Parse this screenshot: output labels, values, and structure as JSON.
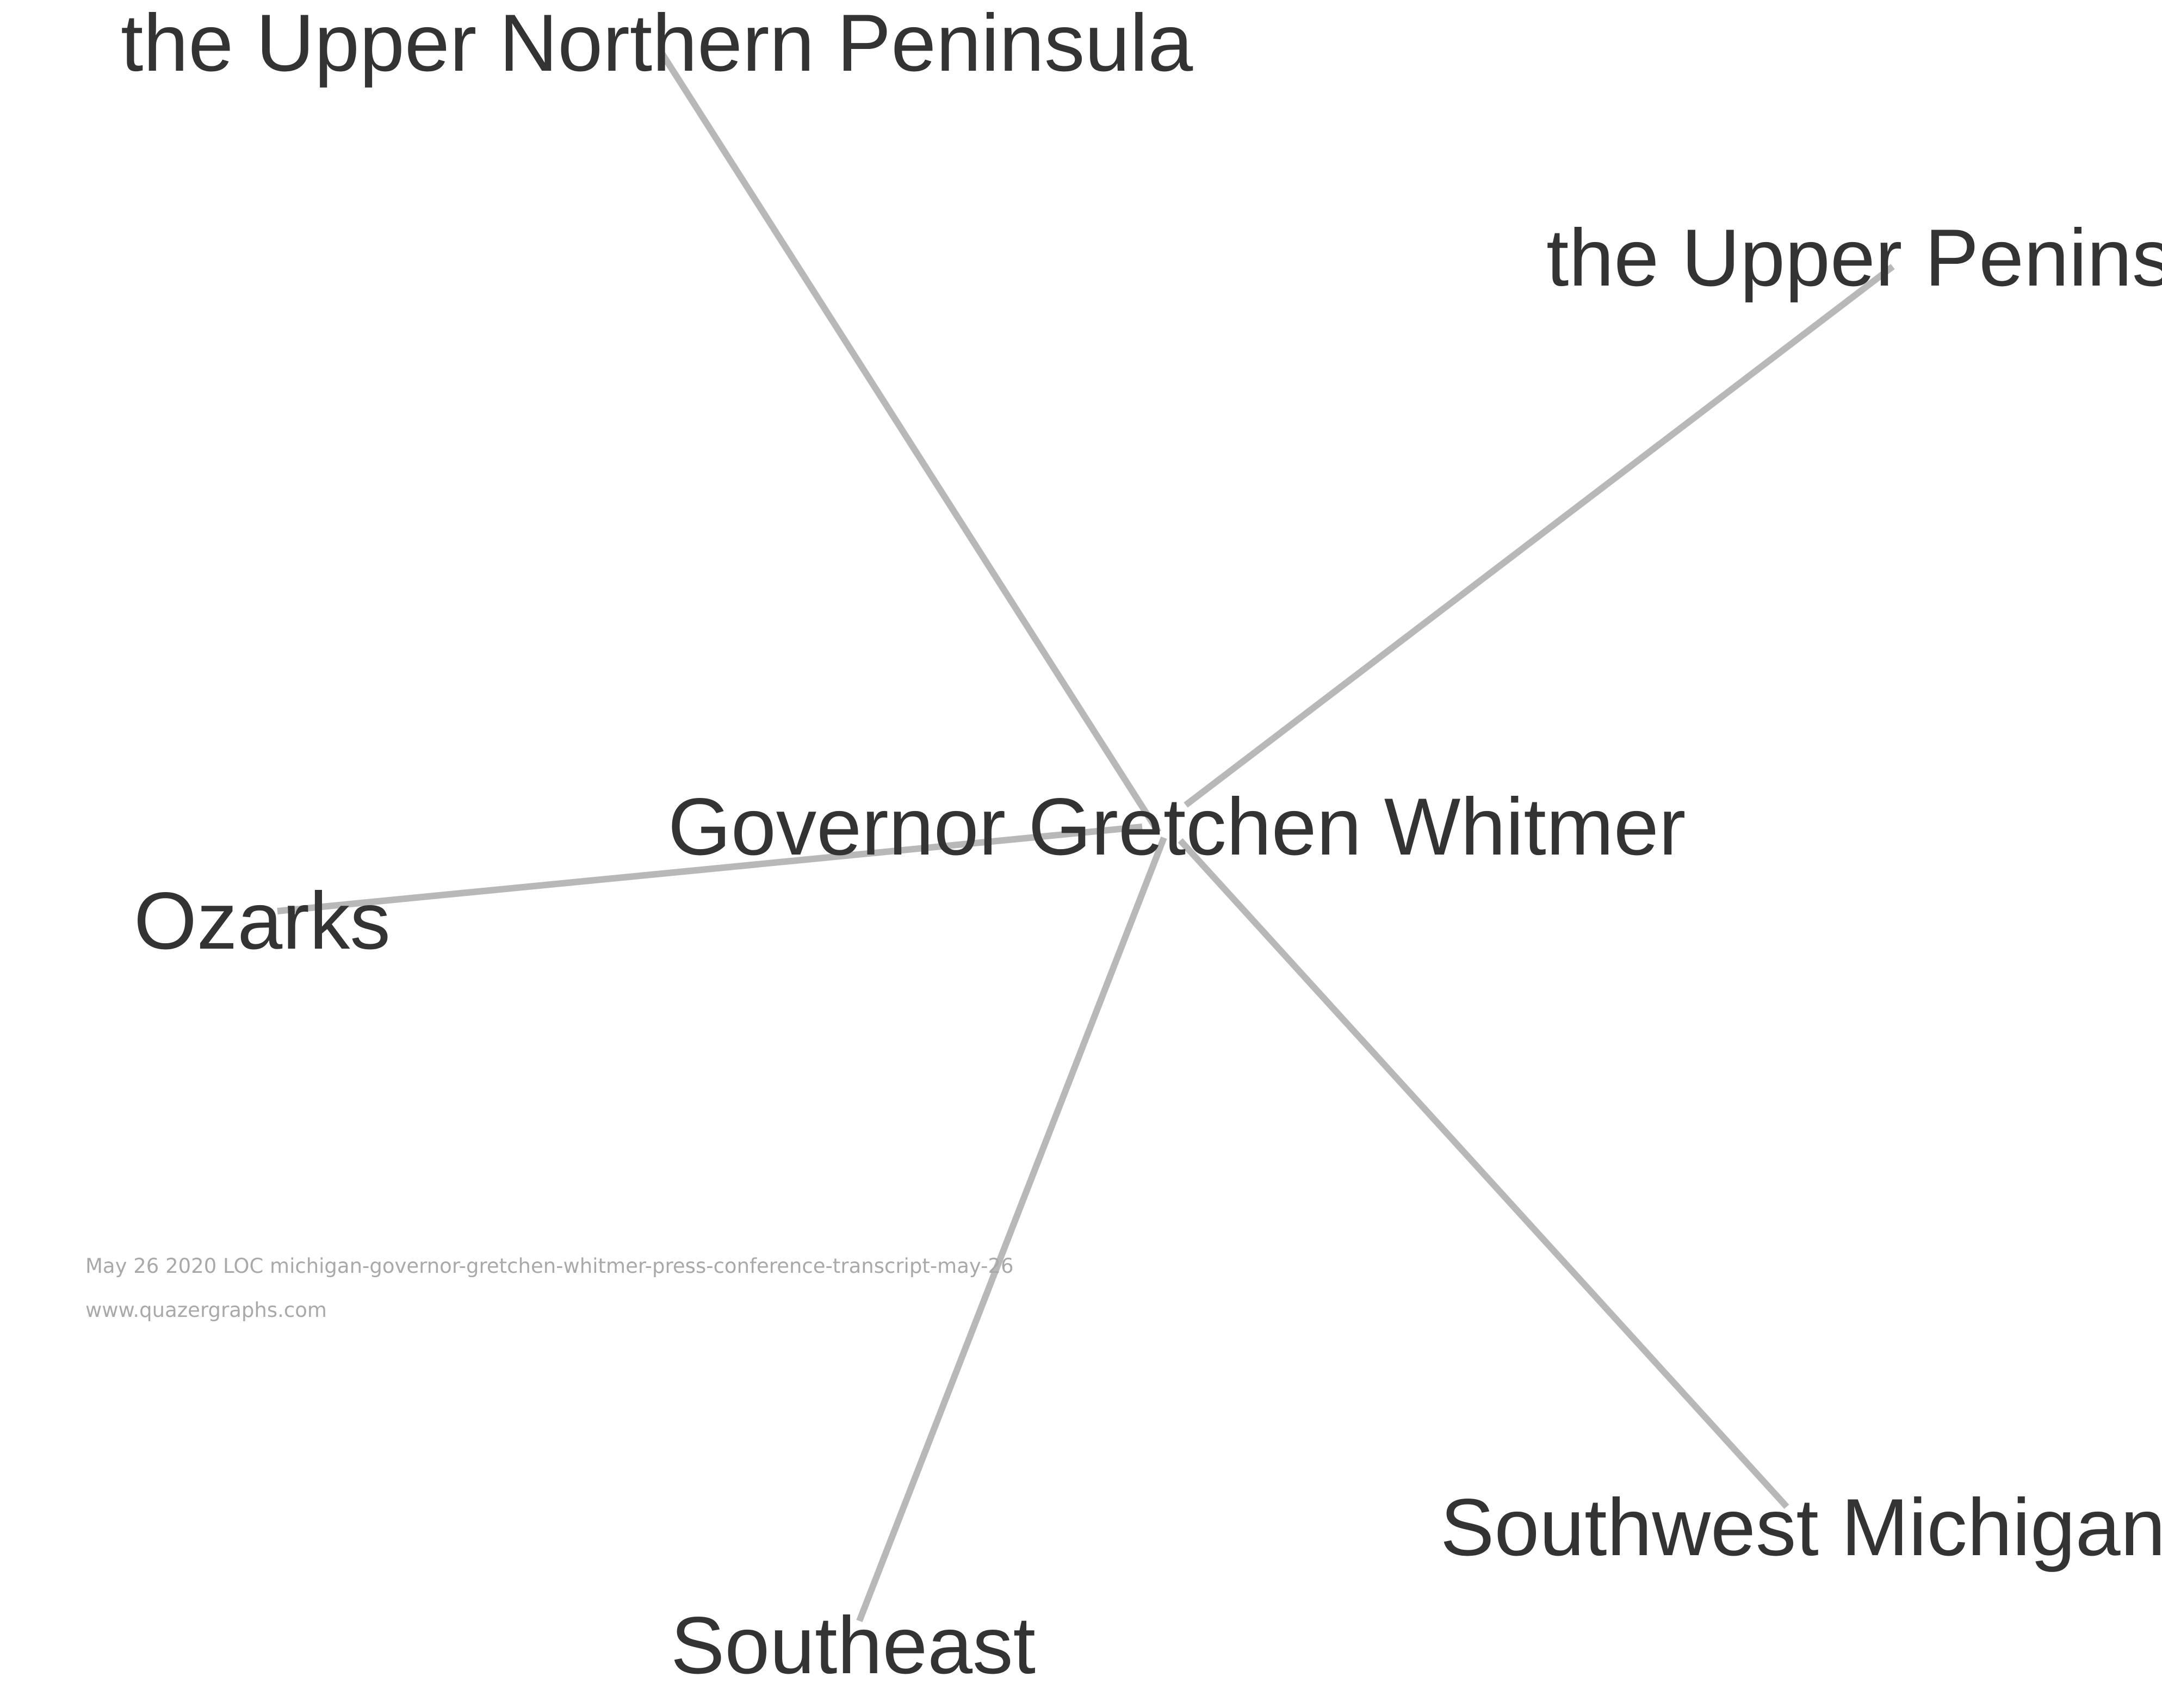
{
  "graph": {
    "center": "Governor Gretchen Whitmer",
    "nodes": [
      {
        "id": "upper-northern-peninsula",
        "label": "the Upper Northern Peninsula"
      },
      {
        "id": "upper-peninsula",
        "label": "the Upper Peninsula"
      },
      {
        "id": "governor",
        "label": "Governor Gretchen Whitmer"
      },
      {
        "id": "ozarks",
        "label": "Ozarks"
      },
      {
        "id": "southwest-michigan",
        "label": "Southwest Michigan"
      },
      {
        "id": "southeast",
        "label": "Southeast"
      }
    ],
    "edges": [
      {
        "source": "governor",
        "target": "upper-northern-peninsula"
      },
      {
        "source": "governor",
        "target": "upper-peninsula"
      },
      {
        "source": "governor",
        "target": "ozarks"
      },
      {
        "source": "governor",
        "target": "southwest-michigan"
      },
      {
        "source": "governor",
        "target": "southeast"
      }
    ],
    "edge_color": "#b8b8b8",
    "label_color": "#333333"
  },
  "caption": {
    "source": "May 26 2020 LOC michigan-governor-gretchen-whitmer-press-conference-transcript-may-26",
    "site": "www.quazergraphs.com"
  }
}
